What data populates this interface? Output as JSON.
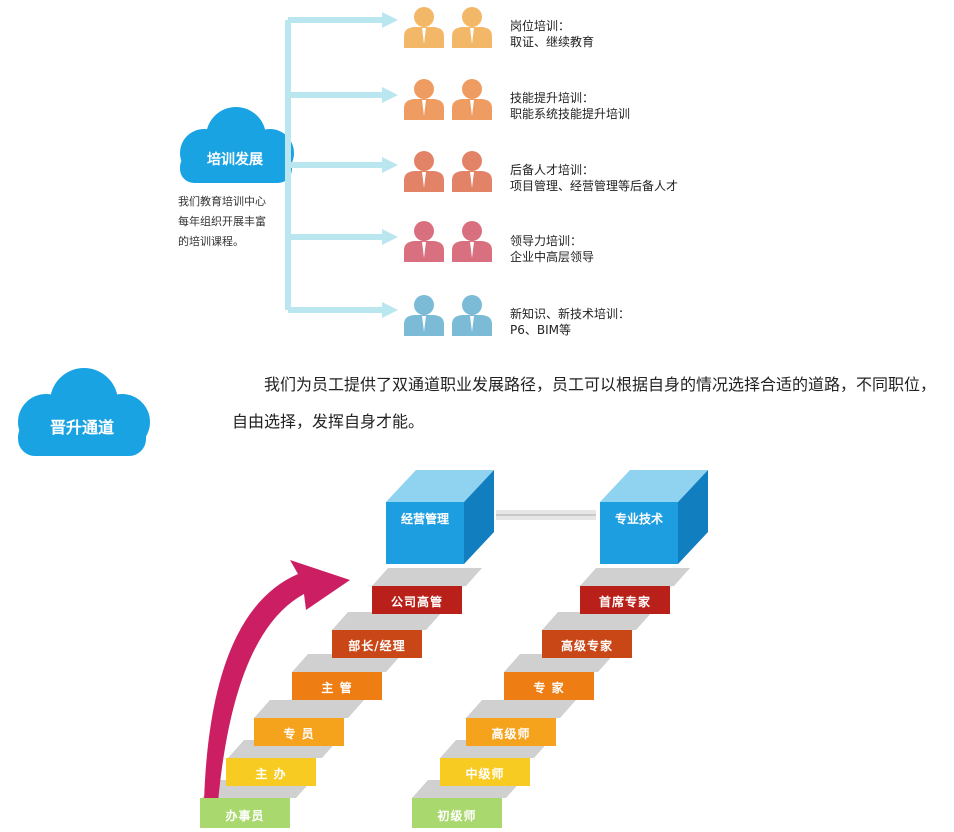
{
  "training": {
    "cloud_label": "培训发展",
    "intro": "我们教育培训中心\n每年组织开展丰富\n的培训课程。",
    "branches": [
      {
        "title": "岗位培训：",
        "desc": "取证、继续教育",
        "color": "#f2b867"
      },
      {
        "title": "技能提升培训：",
        "desc": "职能系统技能提升培训",
        "color": "#ee9c62"
      },
      {
        "title": "后备人才培训：",
        "desc": "项目管理、经营管理等后备人才",
        "color": "#e28368"
      },
      {
        "title": "领导力培训：",
        "desc": "企业中高层领导",
        "color": "#d9707f"
      },
      {
        "title": "新知识、新技术培训：",
        "desc": "P6、BIM等",
        "color": "#7bbbd6"
      }
    ]
  },
  "promotion": {
    "cloud_label": "晋升通道",
    "paragraph": "我们为员工提供了双通道职业发展路径，员工可以根据自身的情况选择合适的道路，不同职位，自由选择，发挥自身才能。"
  },
  "ladder": {
    "left_cube": "经营管理",
    "right_cube": "专业技术",
    "left_steps": [
      "办事员",
      "主 办",
      "专 员",
      "主 管",
      "部长/经理",
      "公司高管"
    ],
    "right_steps": [
      "初级师",
      "中级师",
      "高级师",
      "专 家",
      "高级专家",
      "首席专家"
    ],
    "step_colors": [
      "#a9d86e",
      "#f7cb22",
      "#f5a21d",
      "#ee7d14",
      "#c94716",
      "#b9201a"
    ]
  }
}
